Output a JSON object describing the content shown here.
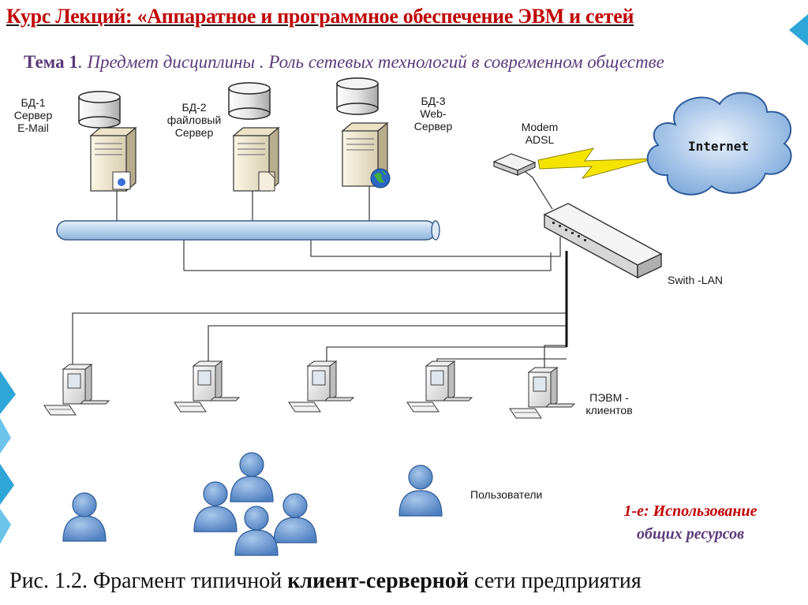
{
  "header": {
    "title": "Курс Лекций: «Аппаратное и программное обеспечение ЭВМ и сетей",
    "topic_lead": "Тема 1",
    "topic_rest": ". Предмет дисциплины . Роль сетевых технологий в современном обществе"
  },
  "servers": [
    {
      "lines": [
        "БД-1",
        "Сервер",
        "E-Mail"
      ],
      "icon": "mail-badge"
    },
    {
      "lines": [
        "БД-2",
        "файловый",
        "Сервер"
      ],
      "icon": "folder-badge"
    },
    {
      "lines": [
        "БД-3",
        "Web-",
        "Сервер"
      ],
      "icon": "globe-badge"
    }
  ],
  "modem": {
    "lines": [
      "Modem",
      "ADSL"
    ]
  },
  "cloud": {
    "label": "Internet"
  },
  "switch": {
    "label": "Swith -LAN"
  },
  "clients": {
    "lines": [
      "ПЭВМ -",
      "клиентов"
    ],
    "count": 5
  },
  "users": {
    "label": "Пользователи"
  },
  "note": {
    "line1": "1-е: Использование",
    "line2": "общих ресурсов"
  },
  "caption": {
    "prefix": "Рис. 1.2. Фрагмент типичной ",
    "bold": "клиент-серверной",
    "suffix": " сети предприятия"
  },
  "colors": {
    "title": "#c00000",
    "topic": "#5b3a7a",
    "accent_bar": "#2fa6d8",
    "bus": "#b9d3ee",
    "cloud": "#7ea9dc",
    "user_figure": "#6d9bd4",
    "lightning": "#f5e400"
  }
}
